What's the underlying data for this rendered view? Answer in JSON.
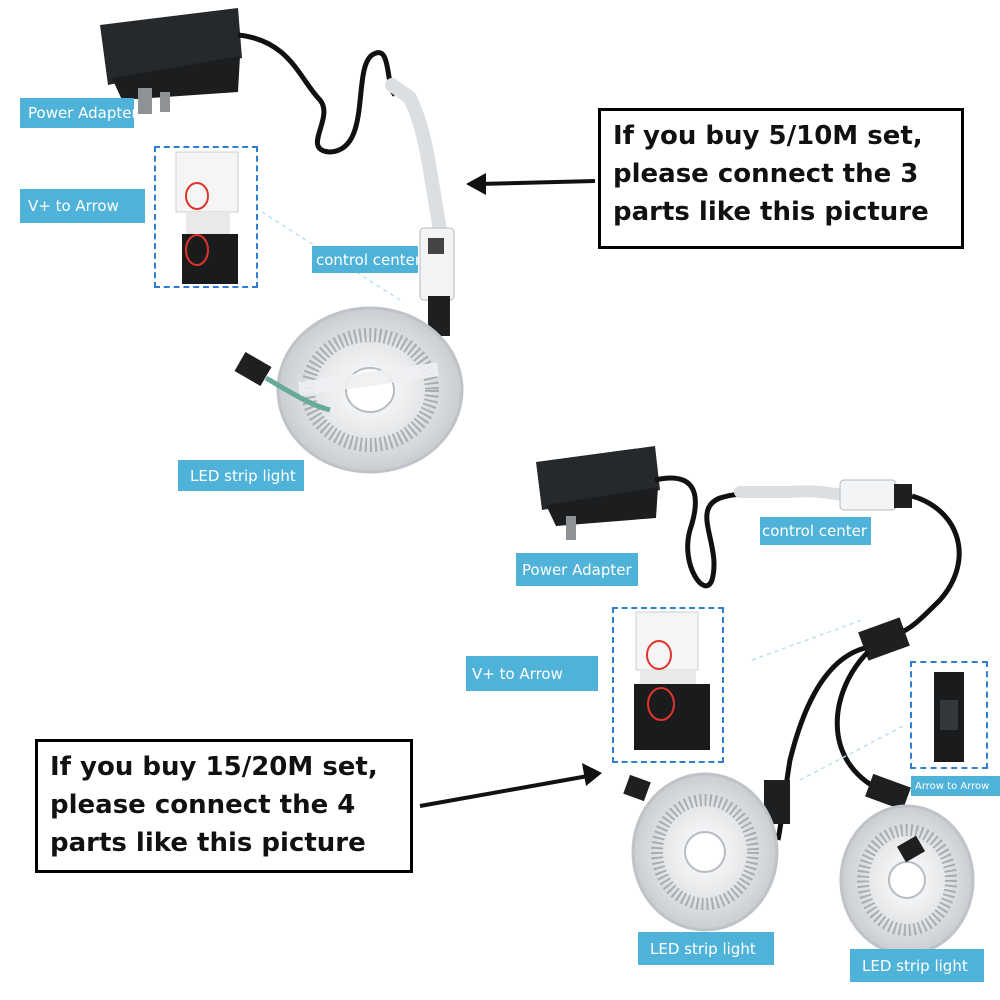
{
  "colors": {
    "label_bg": "#4fb3d9",
    "label_text": "#ffffff",
    "dash_box": "#2f7fd1",
    "highlight_circle": "#e0332b",
    "callout_border": "#000000",
    "adapter": "#26292c",
    "reel": "#d9dcdf"
  },
  "top_set": {
    "labels": {
      "power_adapter": "Power Adapter",
      "v_plus": "V+ to Arrow",
      "control_center": "control center",
      "led_strip": "LED strip light"
    },
    "callout": {
      "line1": "If you buy 5/10M set,",
      "line2": "please connect the 3",
      "line3": "parts like this picture"
    }
  },
  "bottom_set": {
    "labels": {
      "power_adapter": "Power Adapter",
      "v_plus": "V+ to Arrow",
      "control_center": "control center",
      "arrow_to_arrow": "Arrow to Arrow",
      "led_strip_1": "LED strip light",
      "led_strip_2": "LED strip light"
    },
    "callout": {
      "line1": "If you buy 15/20M set,",
      "line2": "please connect the 4",
      "line3": "parts like this picture"
    }
  }
}
